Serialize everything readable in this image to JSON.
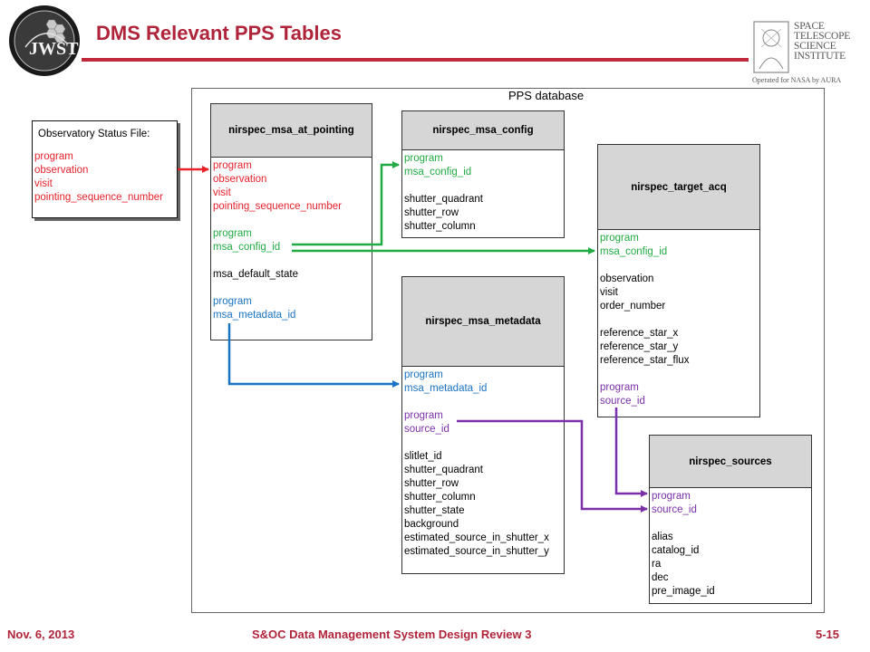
{
  "header": {
    "title": "DMS Relevant PPS Tables",
    "jwst_logo_icon": "jwst-logo-icon",
    "stsci_logo_lines": [
      "SPACE",
      "TELESCOPE",
      "SCIENCE",
      "INSTITUTE"
    ],
    "stsci_subtitle": "Operated for NASA by AURA",
    "accent_color": "#b0243a"
  },
  "diagram": {
    "database_label": "PPS database",
    "observatory_file": {
      "title": "Observatory Status File:",
      "fields": [
        "program",
        "observation",
        "visit",
        "pointing_sequence_number"
      ]
    },
    "tables": {
      "msa_at_pointing": {
        "name": "nirspec_msa_at_pointing",
        "fields_red": [
          "program",
          "observation",
          "visit",
          "pointing_sequence_number"
        ],
        "fields_green": [
          "program",
          "msa_config_id"
        ],
        "fields_plain": [
          "msa_default_state"
        ],
        "fields_blue": [
          "program",
          "msa_metadata_id"
        ]
      },
      "msa_config": {
        "name": "nirspec_msa_config",
        "fields_green": [
          "program",
          "msa_config_id"
        ],
        "fields_plain": [
          "shutter_quadrant",
          "shutter_row",
          "shutter_column"
        ]
      },
      "target_acq": {
        "name": "nirspec_target_acq",
        "fields_green": [
          "program",
          "msa_config_id"
        ],
        "fields_plain_1": [
          "observation",
          "visit",
          "order_number"
        ],
        "fields_plain_2": [
          "reference_star_x",
          "reference_star_y",
          "reference_star_flux"
        ],
        "fields_purple": [
          "program",
          "source_id"
        ]
      },
      "msa_metadata": {
        "name": "nirspec_msa_metadata",
        "fields_blue": [
          "program",
          "msa_metadata_id"
        ],
        "fields_purple": [
          "program",
          "source_id"
        ],
        "fields_plain": [
          "slitlet_id",
          "shutter_quadrant",
          "shutter_row",
          "shutter_column",
          "shutter_state",
          "background",
          "estimated_source_in_shutter_x",
          "estimated_source_in_shutter_y"
        ]
      },
      "sources": {
        "name": "nirspec_sources",
        "fields_purple": [
          "program",
          "source_id"
        ],
        "fields_plain": [
          "alias",
          "catalog_id",
          "ra",
          "dec",
          "pre_image_id"
        ]
      }
    },
    "colors": {
      "red": "#e8222b",
      "green": "#22aa44",
      "blue": "#1a73c2",
      "purple": "#7b2fa8",
      "header_fill": "#d6d6d6"
    }
  },
  "footer": {
    "date": "Nov. 6, 2013",
    "center": "S&OC Data Management System Design Review 3",
    "page": "5-15"
  }
}
